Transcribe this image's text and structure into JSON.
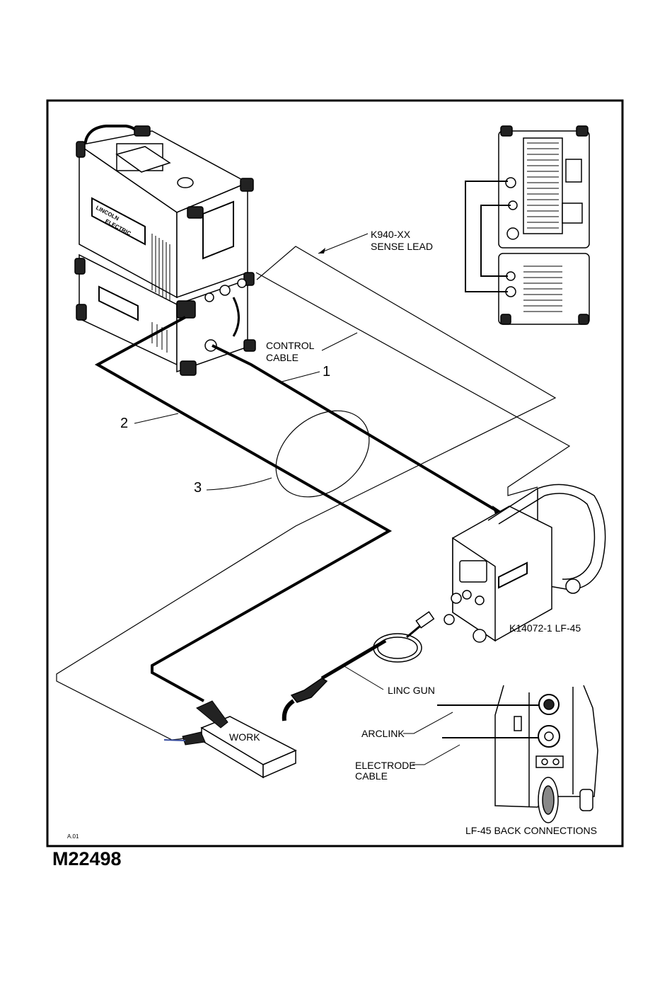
{
  "labels": {
    "sense_lead_part": "K940-XX",
    "sense_lead": "SENSE LEAD",
    "control_cable_1": "CONTROL",
    "control_cable_2": "CABLE",
    "callout_1": "1",
    "callout_2": "2",
    "callout_3": "3",
    "feeder": "K14072-1 LF-45",
    "linc_gun": "LINC GUN",
    "arclink": "ARCLINK",
    "electrode_cable_1": "ELECTRODE",
    "electrode_cable_2": "CABLE",
    "work": "WORK",
    "back_connections": "LF-45 BACK CONNECTIONS",
    "revision": "A.01",
    "drawing_number": "M22498"
  },
  "power_source_logo": [
    "LINCOLN",
    "ELECTRIC"
  ],
  "colors": {
    "line": "#000000",
    "background": "#ffffff",
    "work_lead": "#3a4fa0"
  }
}
